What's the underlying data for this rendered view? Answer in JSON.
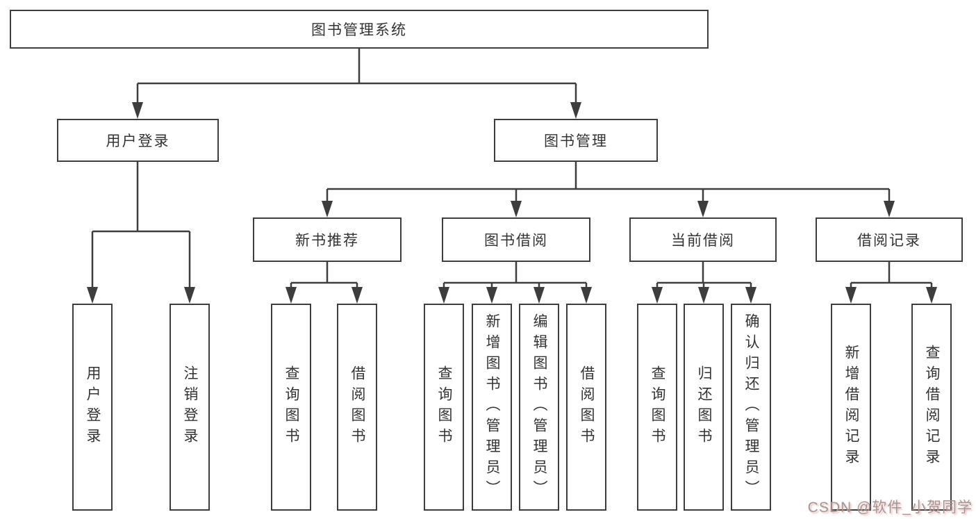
{
  "root": {
    "label": "图书管理系统"
  },
  "level2": [
    {
      "label": "用户登录"
    },
    {
      "label": "图书管理"
    }
  ],
  "level3": [
    {
      "label": "新书推荐"
    },
    {
      "label": "图书借阅"
    },
    {
      "label": "当前借阅"
    },
    {
      "label": "借阅记录"
    }
  ],
  "leaves": {
    "login": [
      {
        "label": "用户登录"
      },
      {
        "label": "注销登录"
      }
    ],
    "recommend": [
      {
        "label": "查询图书"
      },
      {
        "label": "借阅图书"
      }
    ],
    "borrowing": [
      {
        "label": "查询图书"
      },
      {
        "label": "新增图书（管理员）"
      },
      {
        "label": "编辑图书（管理员）"
      },
      {
        "label": "借阅图书"
      }
    ],
    "current": [
      {
        "label": "查询图书"
      },
      {
        "label": "归还图书"
      },
      {
        "label": "确认归还（管理员）"
      }
    ],
    "records": [
      {
        "label": "新增借阅记录"
      },
      {
        "label": "查询借阅记录"
      }
    ]
  },
  "watermark": {
    "text": "CSDN @软件_小贺同学"
  },
  "colors": {
    "line": "#3d3d3d",
    "box_border": "#3d3d3d",
    "text": "#333333",
    "background": "#ffffff",
    "watermark_text": "#9a9a9a",
    "watermark_shadow": "#f08278"
  }
}
